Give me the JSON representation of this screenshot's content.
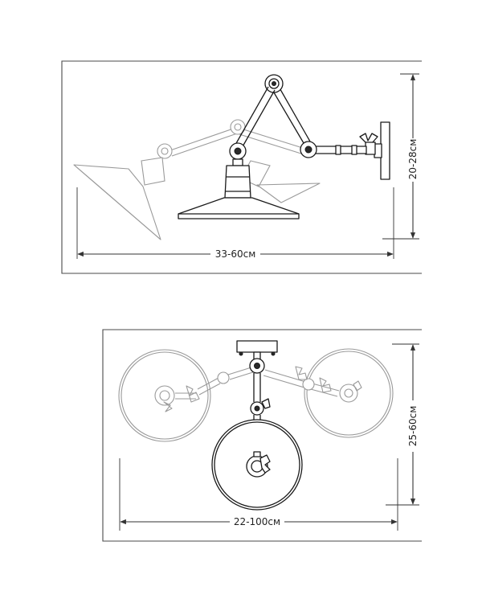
{
  "top_diagram": {
    "width_label": "33-60см",
    "height_label": "20-28см"
  },
  "bottom_diagram": {
    "width_label": "22-100см",
    "height_label": "25-60см"
  },
  "colors": {
    "primary_line": "#1a1a1a",
    "ghost_line": "#9a9a9a",
    "frame_line": "#4a4a4a"
  }
}
